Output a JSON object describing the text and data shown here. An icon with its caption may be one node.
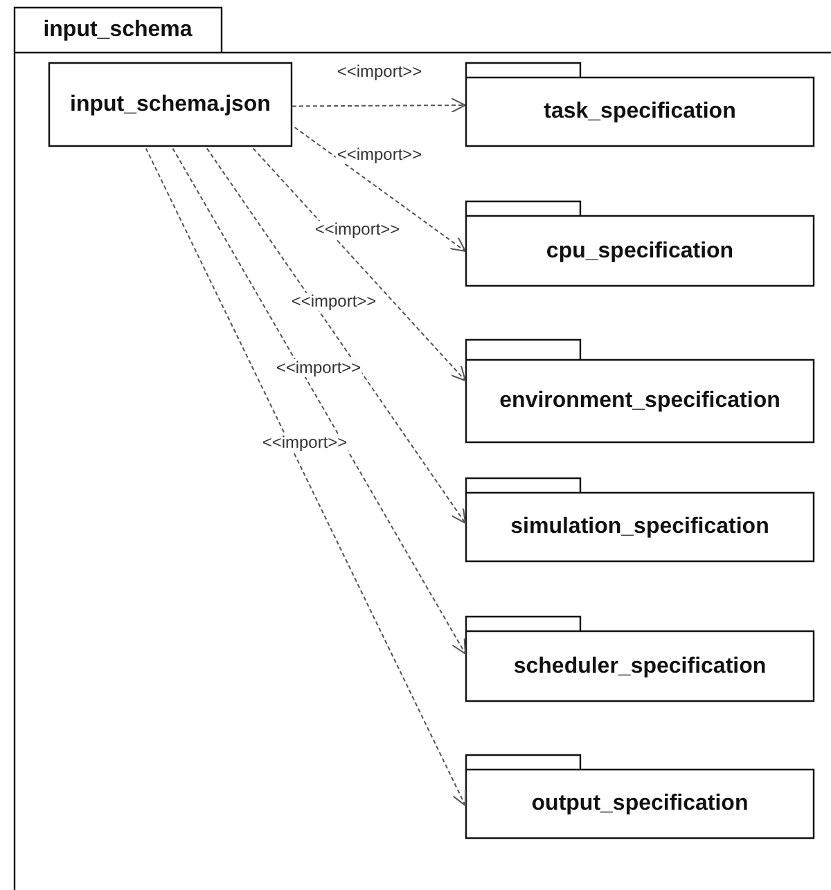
{
  "diagram": {
    "nodes": [
      {
        "text": [
          "input_schema"
        ]
      },
      {
        "text": [
          "input_schema.json"
        ],
        "in": 0
      },
      {
        "text": [
          "task_specification"
        ],
        "in": 0
      },
      {
        "text": [
          "cpu_specification"
        ],
        "in": 0
      },
      {
        "text": [
          "environment_specification"
        ],
        "in": 0
      },
      {
        "text": [
          "simulation_specification"
        ],
        "in": 0
      },
      {
        "text": [
          "scheduler_specification"
        ],
        "in": 0
      },
      {
        "text": [
          "output_specification"
        ],
        "in": 0
      }
    ],
    "edges": [
      {
        "from": 1,
        "to": 2,
        "arrow": "to",
        "label": "<<import>>",
        "style": "dashed"
      },
      {
        "from": 1,
        "to": 3,
        "arrow": "to",
        "label": "<<import>>",
        "style": "dashed"
      },
      {
        "from": 1,
        "to": 4,
        "arrow": "to",
        "label": "<<import>>",
        "style": "dashed"
      },
      {
        "from": 1,
        "to": 5,
        "arrow": "to",
        "label": "<<import>>",
        "style": "dashed"
      },
      {
        "from": 1,
        "to": 6,
        "arrow": "to",
        "label": "<<import>>",
        "style": "dashed"
      },
      {
        "from": 1,
        "to": 7,
        "arrow": "to",
        "label": "<<import>>",
        "style": "dashed"
      }
    ]
  }
}
